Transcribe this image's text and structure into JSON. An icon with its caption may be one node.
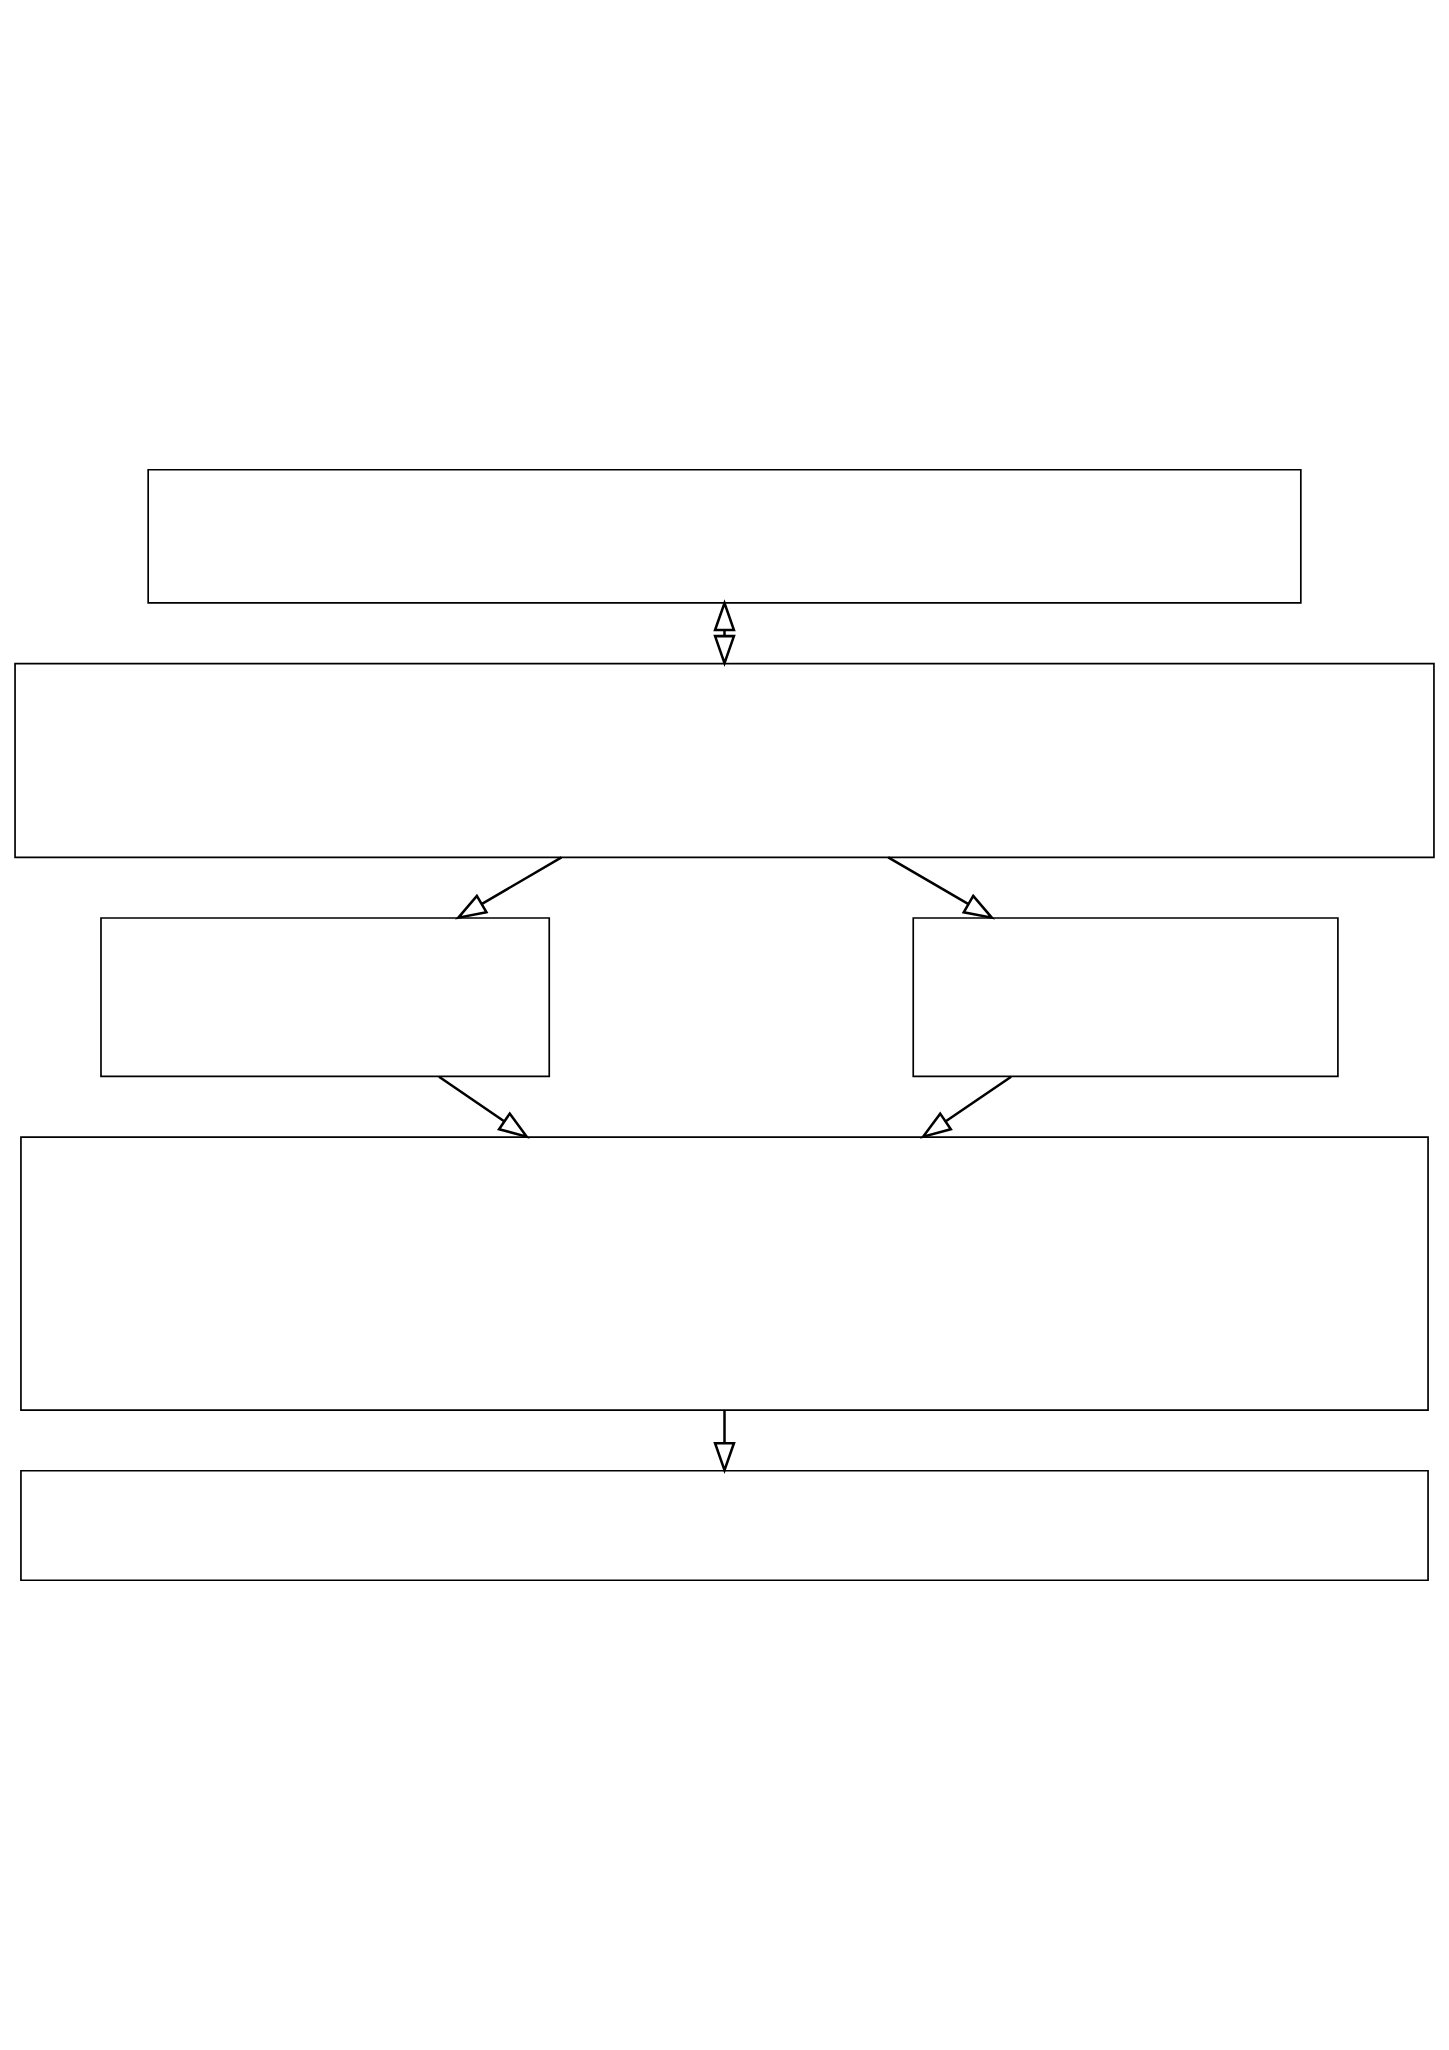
{
  "diagram": {
    "nodes": [
      {
        "text": [],
        "shape": "box"
      },
      {
        "text": [],
        "shape": "box"
      },
      {
        "text": [],
        "shape": "box"
      },
      {
        "text": [],
        "shape": "box"
      },
      {
        "text": [],
        "shape": "box"
      },
      {
        "text": [],
        "shape": "box"
      }
    ],
    "edges": [
      {
        "from": 0,
        "to": 1,
        "arrow": "both"
      },
      {
        "from": 1,
        "to": 2,
        "arrow": "to"
      },
      {
        "from": 1,
        "to": 3,
        "arrow": "to"
      },
      {
        "from": 2,
        "to": 4,
        "arrow": "to"
      },
      {
        "from": 3,
        "to": 4,
        "arrow": "to"
      },
      {
        "from": 4,
        "to": 5,
        "arrow": "to"
      }
    ]
  }
}
